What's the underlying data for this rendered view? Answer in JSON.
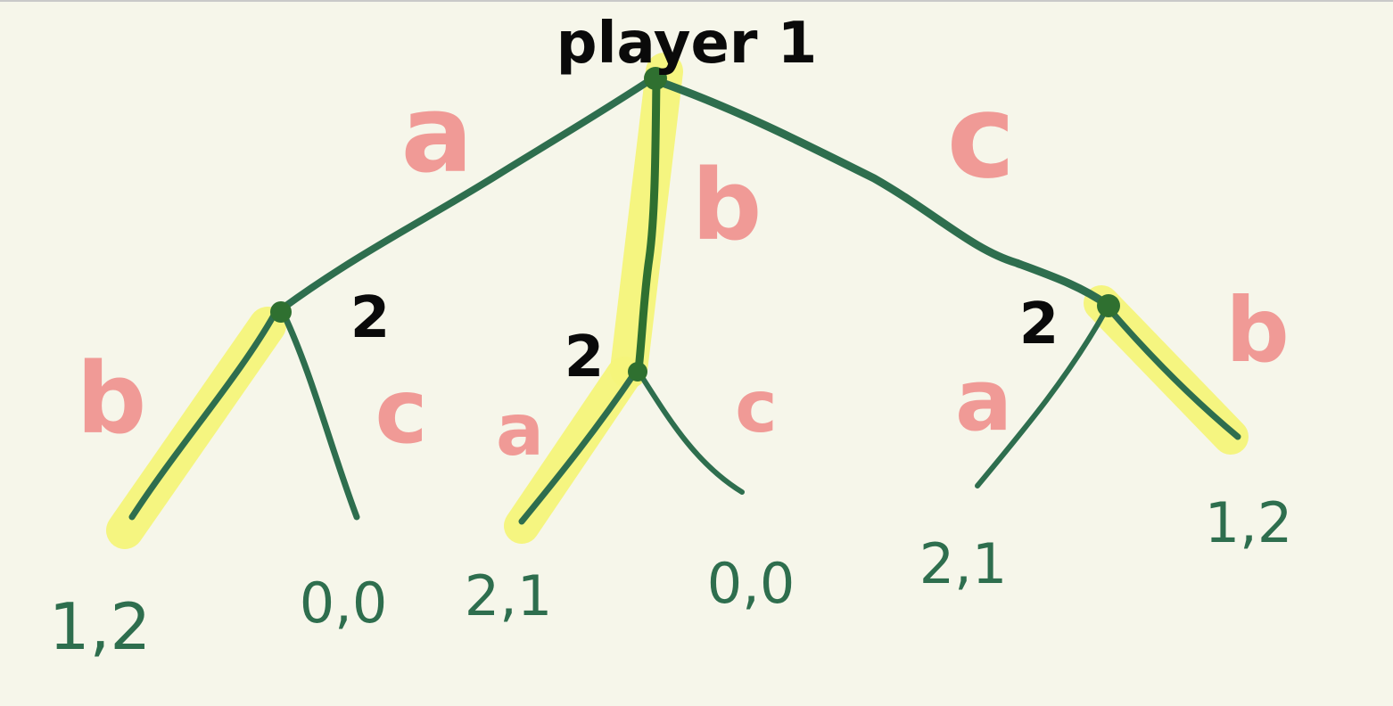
{
  "root_label": "player 1",
  "root_actions": {
    "left": "a",
    "middle": "b",
    "right": "c"
  },
  "subtrees": [
    {
      "player": "2",
      "left_action": "b",
      "right_action": "c",
      "left_payoff": "1,2",
      "right_payoff": "0,0"
    },
    {
      "player": "2",
      "left_action": "a",
      "right_action": "c",
      "left_payoff": "2,1",
      "right_payoff": "0,0"
    },
    {
      "player": "2",
      "left_action": "a",
      "right_action": "b",
      "left_payoff": "2,1",
      "right_payoff": "1,2"
    }
  ],
  "colors": {
    "background": "#f6f6ea",
    "edge": "#2e6e4e",
    "highlight": "#f4f47a",
    "action_label": "#f09a96",
    "player_label": "#0a0a0a",
    "payoff": "#2e6e4e"
  }
}
